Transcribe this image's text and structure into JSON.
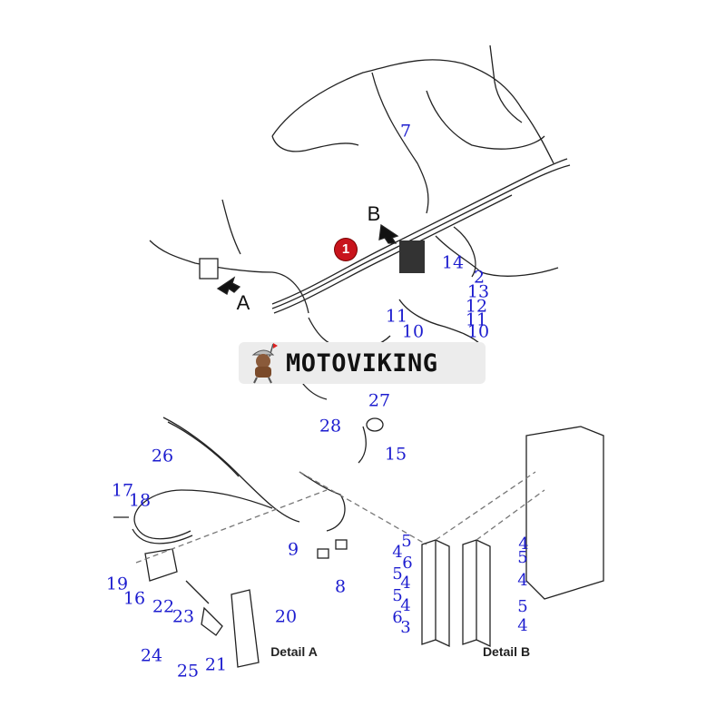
{
  "diagram": {
    "callouts": [
      "7",
      "14",
      "2",
      "13",
      "12",
      "11",
      "10",
      "11",
      "10",
      "27",
      "28",
      "15",
      "26",
      "17",
      "18",
      "9",
      "8",
      "19",
      "16",
      "22",
      "23",
      "20",
      "24",
      "25",
      "21"
    ],
    "detail_b_left": [
      "5",
      "4",
      "6",
      "5",
      "4",
      "5",
      "4",
      "6",
      "3"
    ],
    "detail_b_right": [
      "4",
      "5",
      "4",
      "5",
      "4"
    ],
    "view_a": "A",
    "view_b": "B",
    "part_badge": "1",
    "detail_a_title": "Detail A",
    "detail_b_title": "Detail B"
  },
  "watermark": {
    "text": "MOTOVIKING"
  },
  "colors": {
    "callout": "#1c1ccf",
    "badge": "#c8141c"
  }
}
